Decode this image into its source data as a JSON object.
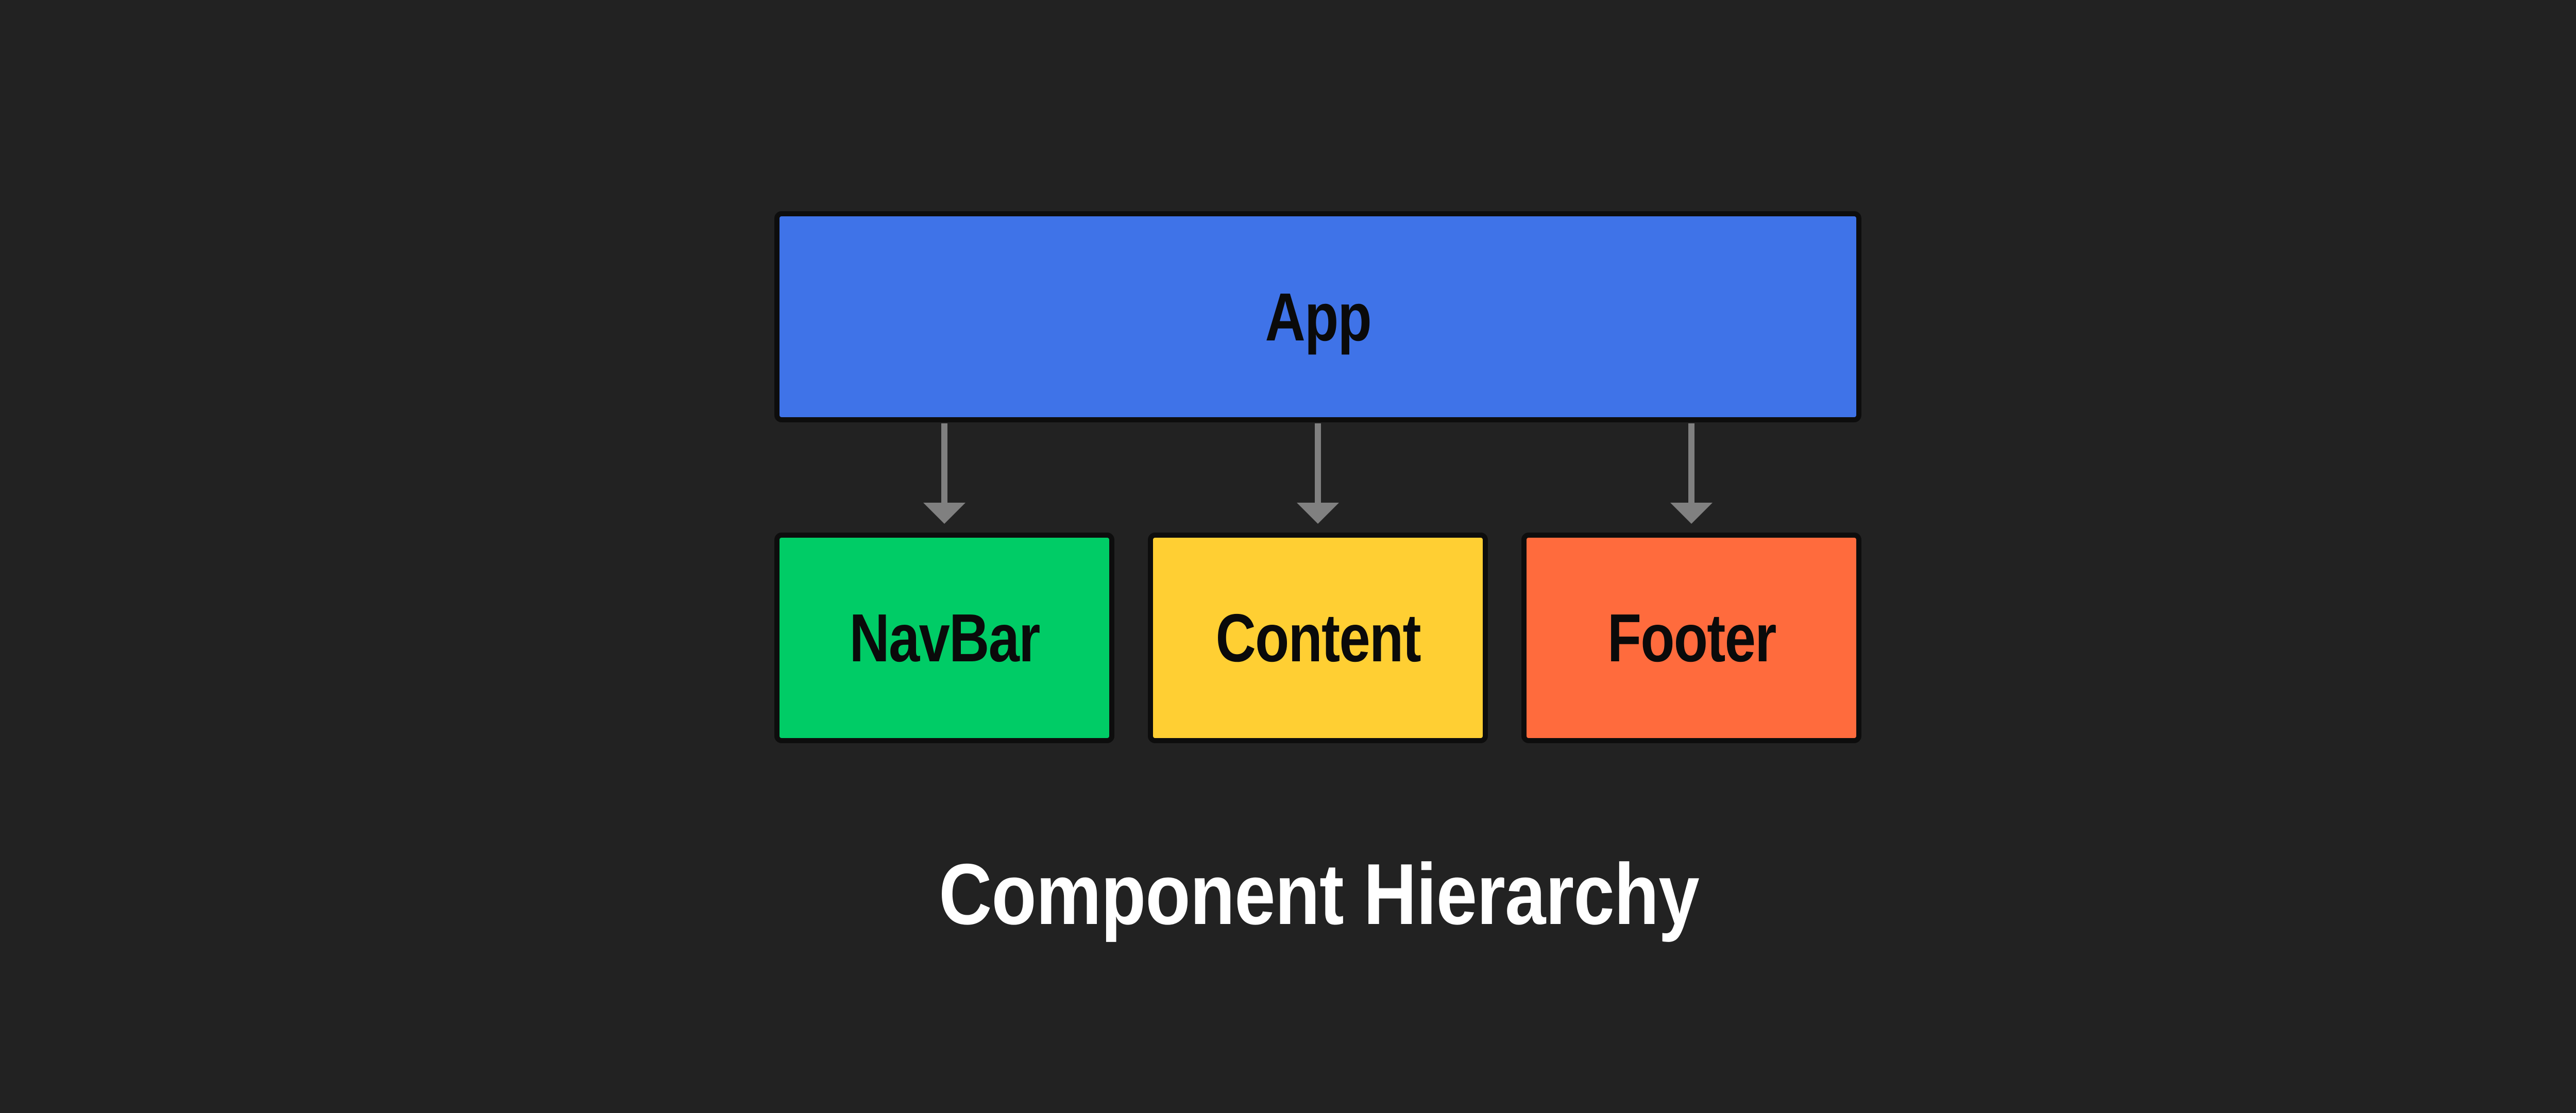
{
  "diagram": {
    "nodes": [
      {
        "id": "app",
        "label": "App",
        "color": "#3f73e8"
      },
      {
        "id": "navbar",
        "label": "NavBar",
        "color": "#00cc66"
      },
      {
        "id": "content",
        "label": "Content",
        "color": "#ffcf33"
      },
      {
        "id": "footer",
        "label": "Footer",
        "color": "#ff6b3d"
      }
    ],
    "edges": [
      {
        "from": "app",
        "to": "navbar"
      },
      {
        "from": "app",
        "to": "content"
      },
      {
        "from": "app",
        "to": "footer"
      }
    ],
    "arrow_color": "#808080",
    "background": "#222222"
  },
  "caption": "Component Hierarchy"
}
